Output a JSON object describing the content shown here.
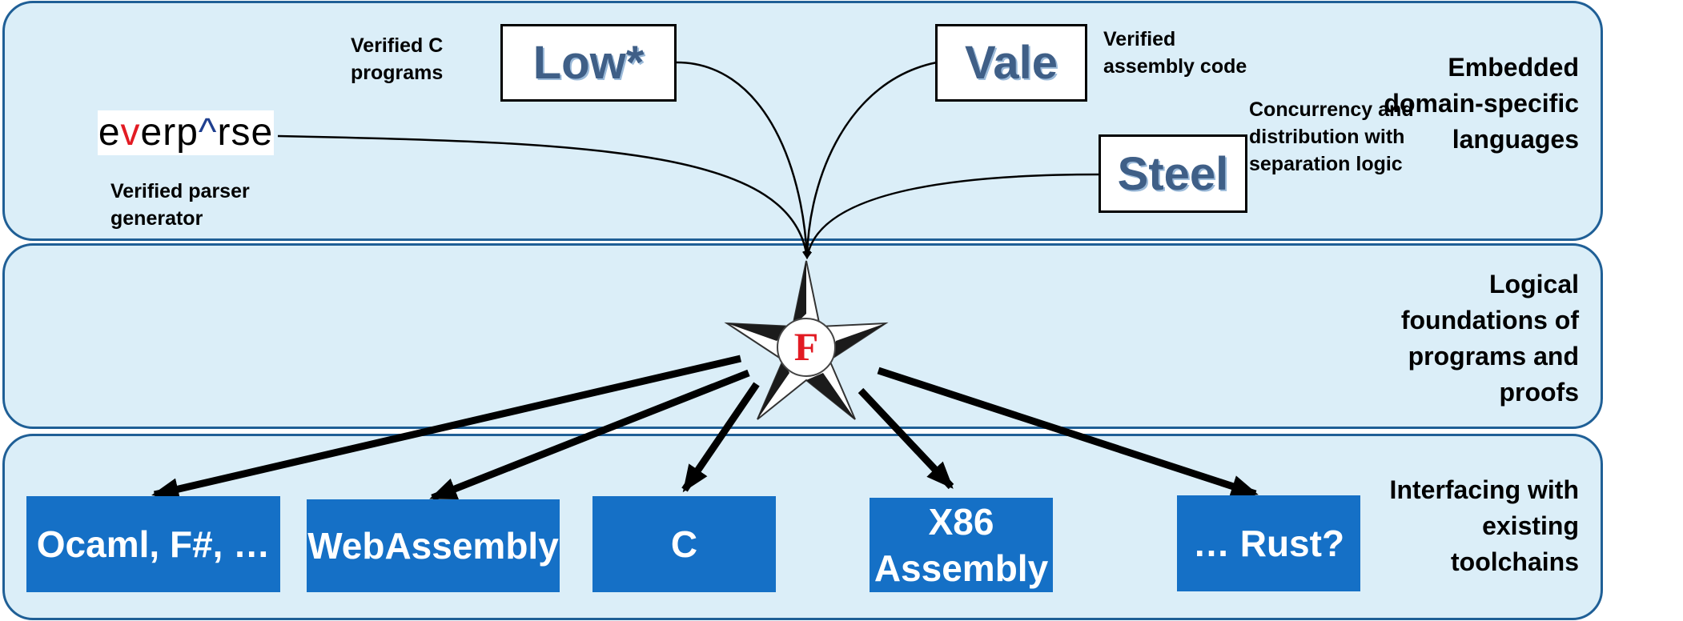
{
  "layers": {
    "dsl": "Embedded domain-specific languages",
    "foundations": "Logical foundations of programs and proofs",
    "toolchains": "Interfacing with existing toolchains"
  },
  "dsl_boxes": {
    "low": "Low*",
    "vale": "Vale",
    "steel": "Steel"
  },
  "captions": {
    "low": "Verified C programs",
    "vale": "Verified assembly code",
    "steel": "Concurrency and distribution with separation logic",
    "everparse": "Verified parser generator"
  },
  "everparse_logo": {
    "part1": "e",
    "part2": "v",
    "part3": "erp",
    "part4": "^",
    "part5": "rse"
  },
  "targets": {
    "ocaml": "Ocaml, F#, …",
    "wasm": "WebAssembly",
    "c": "C",
    "x86_line1": "X86",
    "x86_line2": "Assembly",
    "rust": "… Rust?"
  },
  "center_logo": {
    "icon": "fstar-star-logo",
    "glyph": "F"
  },
  "colors": {
    "band_fill": "#dbeef8",
    "band_border": "#1f5f96",
    "target_fill": "#1570c6",
    "logo_red": "#e21b23"
  }
}
